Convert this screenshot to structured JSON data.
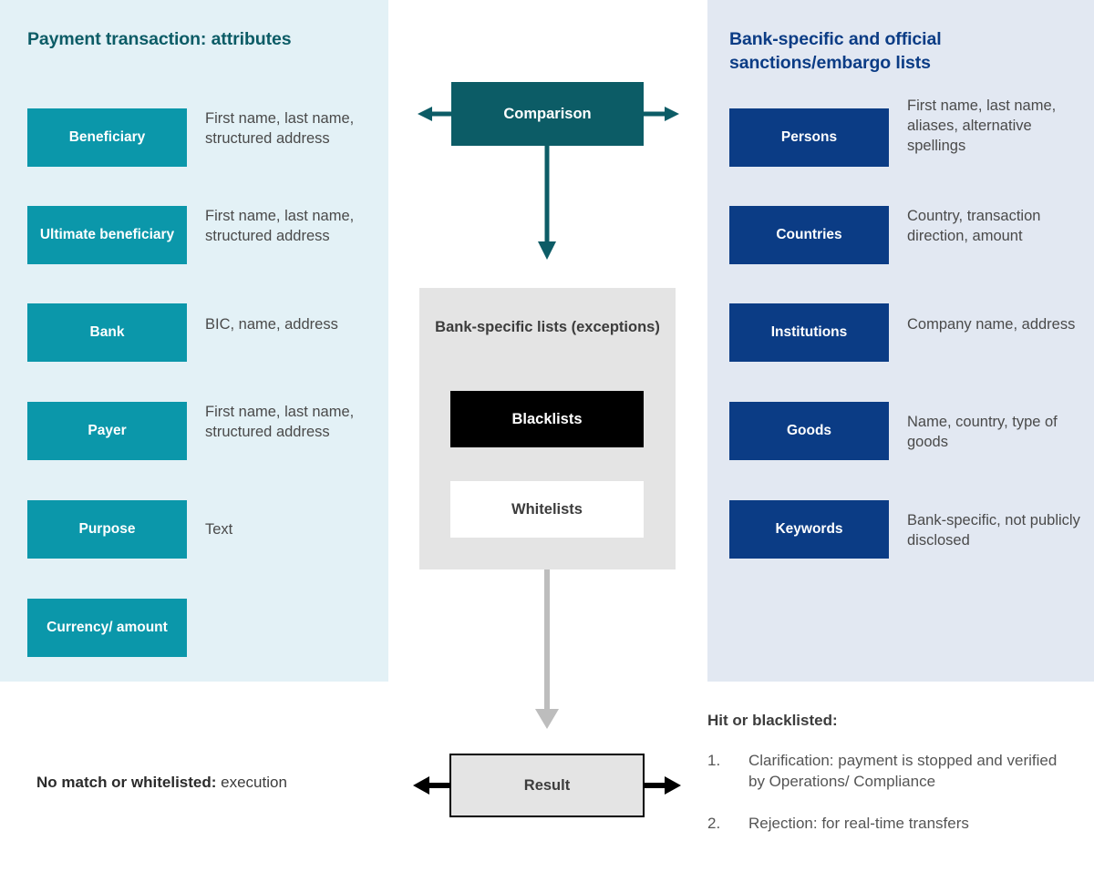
{
  "left_panel": {
    "title": "Payment transaction: attributes",
    "accent": "#0b97aa",
    "background": "#e3f1f6",
    "rows": [
      {
        "label": "Beneficiary",
        "desc": "First name, last name, structured address"
      },
      {
        "label": "Ultimate beneficiary",
        "desc": "First name, last name, structured address"
      },
      {
        "label": "Bank",
        "desc": "BIC, name, address"
      },
      {
        "label": "Payer",
        "desc": "First name, last name, structured address"
      },
      {
        "label": "Purpose",
        "desc": "Text"
      },
      {
        "label": "Currency/ amount",
        "desc": ""
      }
    ]
  },
  "right_panel": {
    "title": "Bank-specific and official sanctions/embargo lists",
    "accent": "#0b3c85",
    "background": "#e2e8f2",
    "rows": [
      {
        "label": "Persons",
        "desc": "First name, last name, aliases, alternative spellings"
      },
      {
        "label": "Countries",
        "desc": "Country, transaction direction, amount"
      },
      {
        "label": "Institutions",
        "desc": "Company name, address"
      },
      {
        "label": "Goods",
        "desc": "Name, country, type of goods"
      },
      {
        "label": "Keywords",
        "desc": "Bank-specific, not publicly disclosed"
      }
    ]
  },
  "center": {
    "comparison_label": "Comparison",
    "comparison_color": "#0c5c66",
    "lists_panel_title": "Bank-specific lists (exceptions)",
    "lists_panel_color": "#e4e4e4",
    "blacklists_label": "Blacklists",
    "blacklists_color": "#000000",
    "whitelists_label": "Whitelists",
    "whitelists_color": "#ffffff",
    "result_label": "Result",
    "result_color": "#e4e4e4"
  },
  "outcomes": {
    "no_match_bold": "No match or whitelisted:",
    "no_match_rest": " execution",
    "hit_title": "Hit or blacklisted:",
    "hit_items": [
      {
        "num": "1.",
        "text": "Clarification: payment is stopped and verified by Operations/ Compliance"
      },
      {
        "num": "2.",
        "text": "Rejection: for real-time transfers"
      }
    ]
  }
}
